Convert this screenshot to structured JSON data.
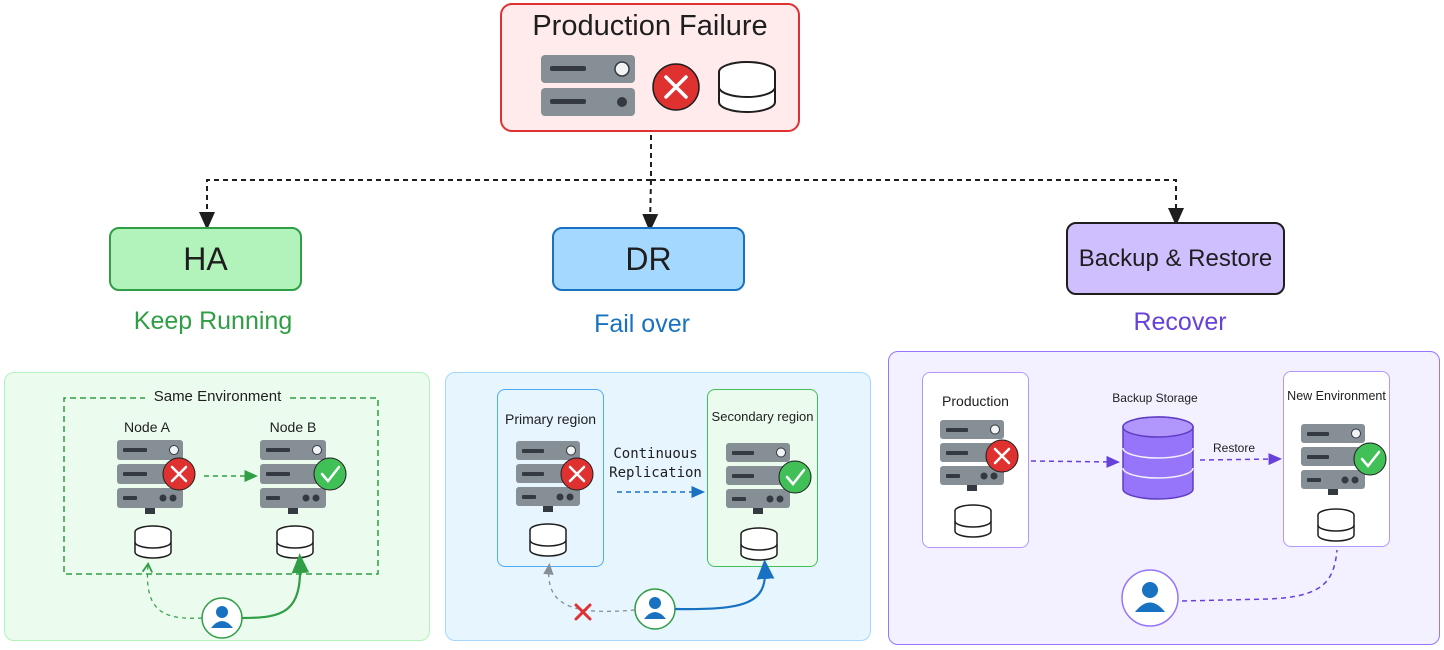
{
  "top": {
    "title": "Production Failure"
  },
  "strategies": {
    "ha": {
      "label": "HA",
      "subtitle": "Keep Running"
    },
    "dr": {
      "label": "DR",
      "subtitle": "Fail over"
    },
    "br": {
      "label": "Backup & Restore",
      "subtitle": "Recover"
    }
  },
  "ha_panel": {
    "env": "Same Environment",
    "node_a": "Node A",
    "node_b": "Node B"
  },
  "dr_panel": {
    "primary": "Primary region",
    "secondary": "Secondary region",
    "replication_line1": "Continuous",
    "replication_line2": "Replication"
  },
  "br_panel": {
    "production": "Production",
    "backup": "Backup Storage",
    "new_env": "New Environment",
    "restore": "Restore"
  },
  "colors": {
    "ha": "#2f9e44",
    "dr": "#1971c2",
    "br": "#6741d9",
    "fail": "#e03131",
    "ok": "#40c057"
  }
}
